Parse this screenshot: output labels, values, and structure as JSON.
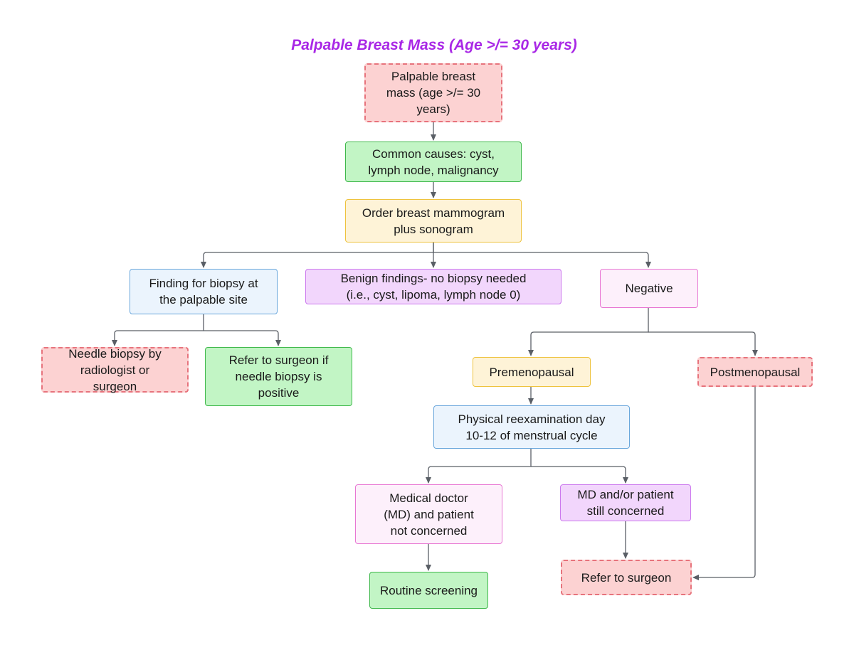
{
  "title": "Palpable Breast Mass (Age >/= 30 years)",
  "colors": {
    "title": "#a928e6",
    "red_fill": "#fcd2d2",
    "red_border": "#e7737c",
    "green_fill": "#c2f5c5",
    "green_border": "#3fb84b",
    "yellow_fill": "#fef3d7",
    "yellow_border": "#eec33e",
    "blue_fill": "#ebf4fd",
    "blue_border": "#6aa7dc",
    "purple_fill": "#f2d6fc",
    "purple_border": "#cc79ee",
    "pink_fill": "#fdf0fb",
    "pink_border": "#e877d3",
    "connector": "#5a5f66"
  },
  "nodes": {
    "palpable_mass": "Palpable breast mass (age >/= 30 years)",
    "common_causes": "Common causes: cyst, lymph node, malignancy",
    "order_mammogram": "Order breast mammogram plus sonogram",
    "finding_biopsy": "Finding for biopsy at the palpable site",
    "benign_findings": "Benign findings- no biopsy needed (i.e., cyst, lipoma, lymph node 0)",
    "negative": "Negative",
    "needle_biopsy": "Needle biopsy by radiologist or surgeon",
    "refer_if_positive": "Refer to surgeon if needle biopsy is positive",
    "premenopausal": "Premenopausal",
    "postmenopausal": "Postmenopausal",
    "physical_reexam": "Physical reexamination day 10-12 of menstrual cycle",
    "md_not_concerned": "Medical doctor (MD) and patient not concerned",
    "md_concerned": "MD and/or patient still concerned",
    "routine_screening": "Routine screening",
    "refer_to_surgeon": "Refer to surgeon"
  },
  "edges": [
    [
      "palpable_mass",
      "common_causes"
    ],
    [
      "common_causes",
      "order_mammogram"
    ],
    [
      "order_mammogram",
      "finding_biopsy"
    ],
    [
      "order_mammogram",
      "benign_findings"
    ],
    [
      "order_mammogram",
      "negative"
    ],
    [
      "finding_biopsy",
      "needle_biopsy"
    ],
    [
      "finding_biopsy",
      "refer_if_positive"
    ],
    [
      "negative",
      "premenopausal"
    ],
    [
      "negative",
      "postmenopausal"
    ],
    [
      "premenopausal",
      "physical_reexam"
    ],
    [
      "physical_reexam",
      "md_not_concerned"
    ],
    [
      "physical_reexam",
      "md_concerned"
    ],
    [
      "md_not_concerned",
      "routine_screening"
    ],
    [
      "md_concerned",
      "refer_to_surgeon"
    ],
    [
      "postmenopausal",
      "refer_to_surgeon"
    ]
  ]
}
